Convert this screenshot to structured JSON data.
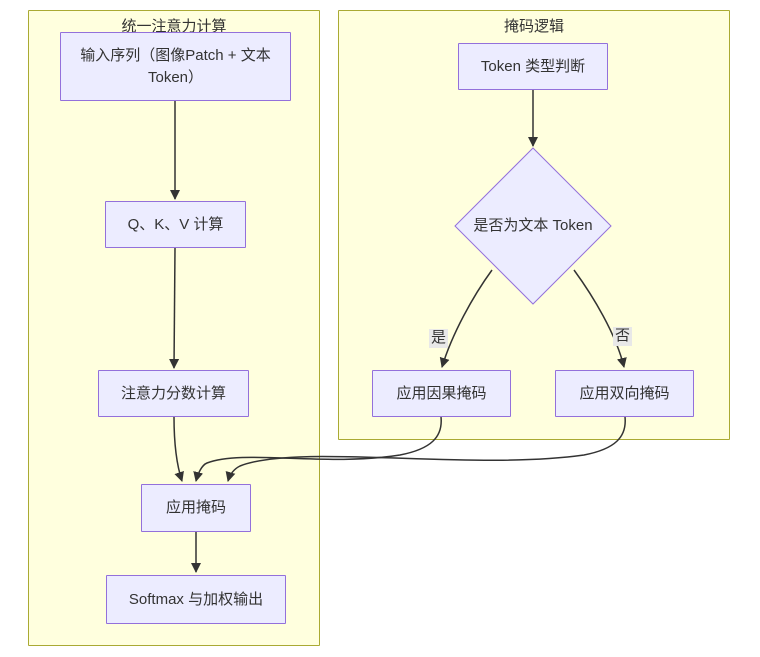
{
  "diagram": {
    "type": "flowchart",
    "clusters": [
      {
        "id": "unified-attention",
        "title": "统一注意力计算"
      },
      {
        "id": "mask-logic",
        "title": "掩码逻辑"
      }
    ],
    "nodes": {
      "input_seq": "输入序列（图像Patch + 文本Token）",
      "qkv": "Q、K、V 计算",
      "attn_score": "注意力分数计算",
      "apply_mask": "应用掩码",
      "softmax": "Softmax 与加权输出",
      "token_type": "Token 类型判断",
      "is_text_decision": "是否为文本 Token",
      "causal_mask": "应用因果掩码",
      "bidir_mask": "应用双向掩码"
    },
    "edges": [
      {
        "from": "input_seq",
        "to": "qkv",
        "label": ""
      },
      {
        "from": "qkv",
        "to": "attn_score",
        "label": ""
      },
      {
        "from": "attn_score",
        "to": "apply_mask",
        "label": ""
      },
      {
        "from": "apply_mask",
        "to": "softmax",
        "label": ""
      },
      {
        "from": "token_type",
        "to": "is_text_decision",
        "label": ""
      },
      {
        "from": "is_text_decision",
        "to": "causal_mask",
        "label": "是"
      },
      {
        "from": "is_text_decision",
        "to": "bidir_mask",
        "label": "否"
      },
      {
        "from": "causal_mask",
        "to": "apply_mask",
        "label": ""
      },
      {
        "from": "bidir_mask",
        "to": "apply_mask",
        "label": ""
      }
    ],
    "colors": {
      "node_fill": "#ECECFF",
      "node_border": "#9370DB",
      "cluster_fill": "#ffffde",
      "cluster_border": "#aaaa33",
      "edge_stroke": "#333333",
      "edge_label_bg": "#e8e8e8",
      "text": "#333333"
    }
  }
}
